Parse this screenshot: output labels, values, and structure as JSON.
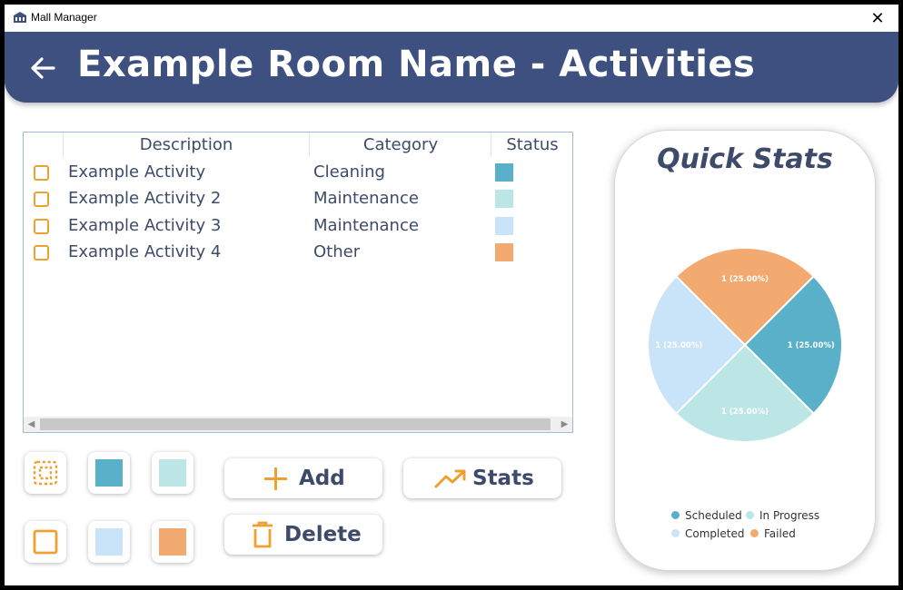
{
  "window": {
    "title": "Mall Manager",
    "close": "✕"
  },
  "header": {
    "title": "Example Room Name - Activities"
  },
  "table": {
    "columns": [
      "Description",
      "Category",
      "Status"
    ],
    "rows": [
      {
        "description": "Example Activity",
        "category": "Cleaning",
        "status": "Scheduled",
        "status_color": "#5ab0c9"
      },
      {
        "description": "Example Activity 2",
        "category": "Maintenance",
        "status": "In Progress",
        "status_color": "#bce6e6"
      },
      {
        "description": "Example Activity 3",
        "category": "Maintenance",
        "status": "Completed",
        "status_color": "#c9e3f9"
      },
      {
        "description": "Example Activity 4",
        "category": "Other",
        "status": "Failed",
        "status_color": "#f3aa70"
      }
    ]
  },
  "filters": [
    {
      "name": "select-all",
      "icon": "select-all-icon"
    },
    {
      "name": "scheduled",
      "color": "#5ab0c9"
    },
    {
      "name": "in-progress",
      "color": "#bce6e6"
    },
    {
      "name": "none",
      "icon": "empty-checkbox-icon"
    },
    {
      "name": "completed",
      "color": "#c9e3f9"
    },
    {
      "name": "failed",
      "color": "#f3aa70"
    }
  ],
  "buttons": {
    "add": "Add",
    "stats": "Stats",
    "delete": "Delete"
  },
  "colors": {
    "accent": "#f0a030",
    "header": "#3d5080",
    "text": "#3d4a6a"
  },
  "stats": {
    "title": "Quick Stats",
    "chart_data": {
      "type": "pie",
      "title": "",
      "series": [
        {
          "name": "Scheduled",
          "value": 1,
          "label": "1 (25.00%)",
          "color": "#5ab0c9"
        },
        {
          "name": "In Progress",
          "value": 1,
          "label": "1 (25.00%)",
          "color": "#bce6e6"
        },
        {
          "name": "Completed",
          "value": 1,
          "label": "1 (25.00%)",
          "color": "#c9e3f9"
        },
        {
          "name": "Failed",
          "value": 1,
          "label": "1 (25.00%)",
          "color": "#f3aa70"
        }
      ],
      "legend": "bottom"
    },
    "legend": [
      "Scheduled",
      "In Progress",
      "Completed",
      "Failed"
    ]
  }
}
